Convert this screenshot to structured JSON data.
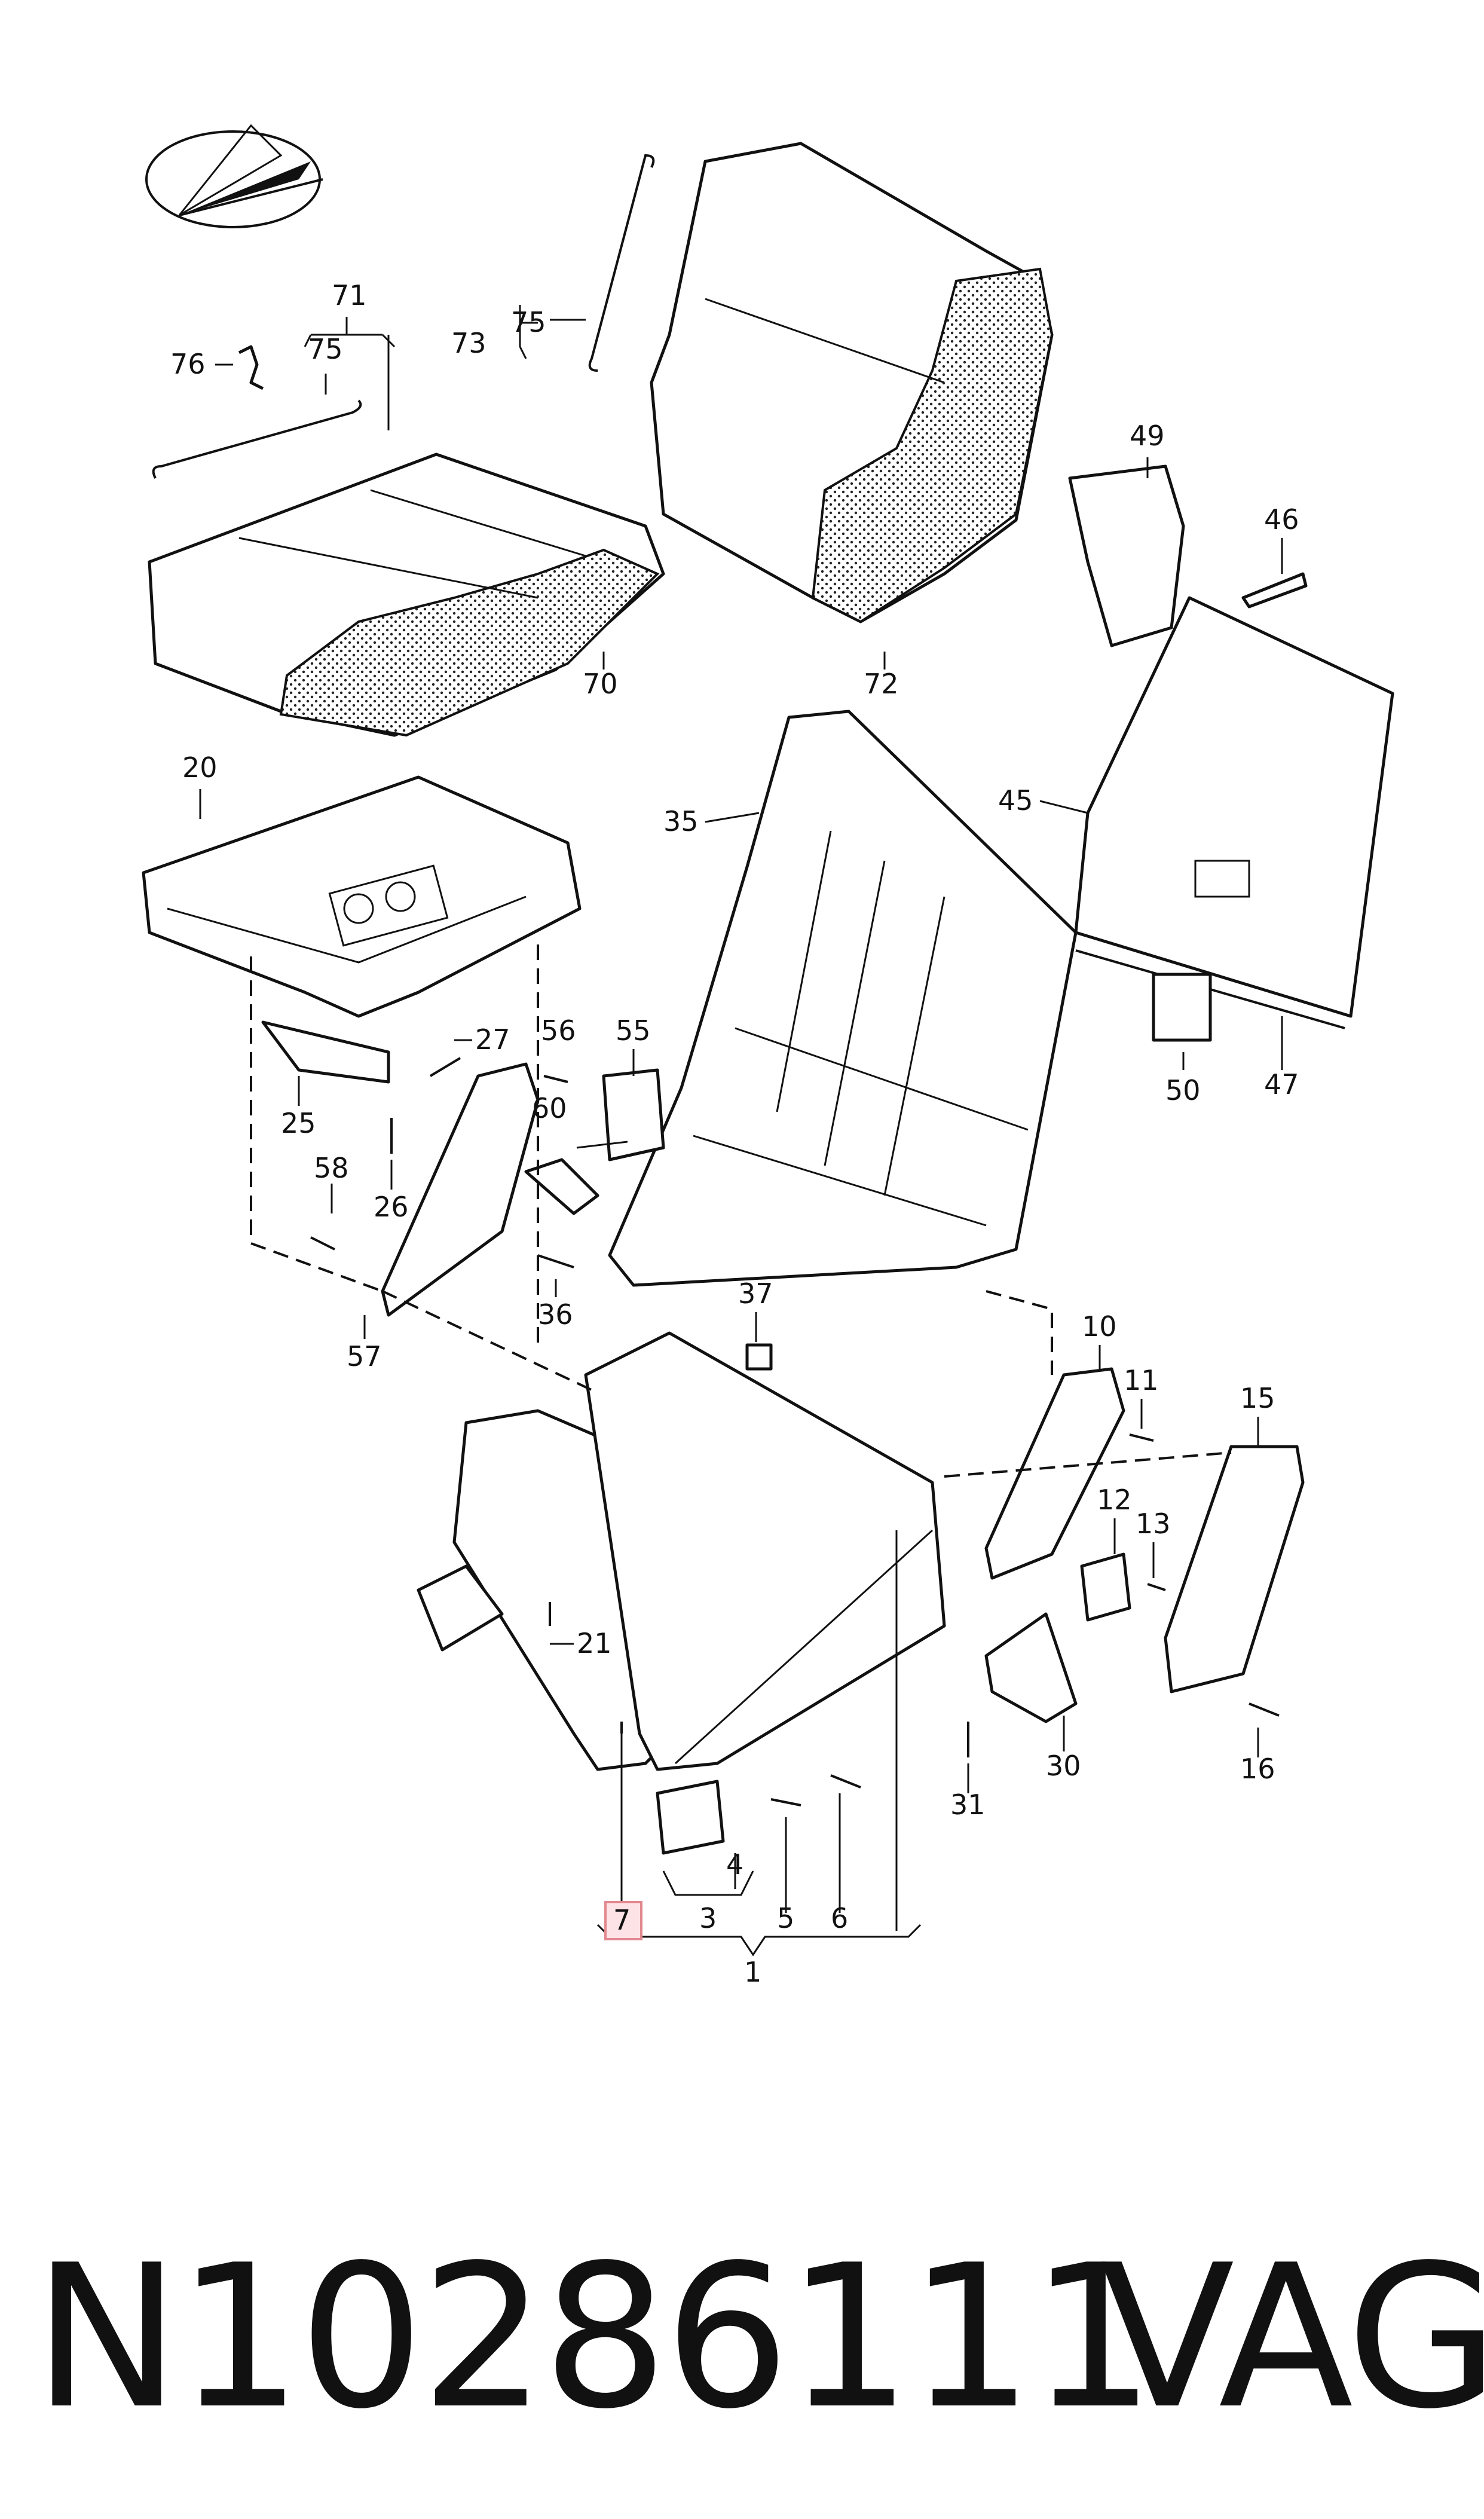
{
  "diagram": {
    "highlighted_callout": "7",
    "callouts": [
      {
        "id": "c71",
        "label": "71"
      },
      {
        "id": "c75a",
        "label": "75"
      },
      {
        "id": "c76",
        "label": "76"
      },
      {
        "id": "c73",
        "label": "73"
      },
      {
        "id": "c75b",
        "label": "75"
      },
      {
        "id": "c70",
        "label": "70"
      },
      {
        "id": "c72",
        "label": "72"
      },
      {
        "id": "c49",
        "label": "49"
      },
      {
        "id": "c46",
        "label": "46"
      },
      {
        "id": "c45",
        "label": "45"
      },
      {
        "id": "c47",
        "label": "47"
      },
      {
        "id": "c50",
        "label": "50"
      },
      {
        "id": "c20",
        "label": "20"
      },
      {
        "id": "c35",
        "label": "35"
      },
      {
        "id": "c27",
        "label": "27"
      },
      {
        "id": "c25",
        "label": "25"
      },
      {
        "id": "c26",
        "label": "26"
      },
      {
        "id": "c56",
        "label": "56"
      },
      {
        "id": "c55",
        "label": "55"
      },
      {
        "id": "c60",
        "label": "60"
      },
      {
        "id": "c58",
        "label": "58"
      },
      {
        "id": "c57",
        "label": "57"
      },
      {
        "id": "c36",
        "label": "36"
      },
      {
        "id": "c37",
        "label": "37"
      },
      {
        "id": "c10",
        "label": "10"
      },
      {
        "id": "c11",
        "label": "11"
      },
      {
        "id": "c15",
        "label": "15"
      },
      {
        "id": "c12",
        "label": "12"
      },
      {
        "id": "c13",
        "label": "13"
      },
      {
        "id": "c21",
        "label": "21"
      },
      {
        "id": "c30",
        "label": "30"
      },
      {
        "id": "c31",
        "label": "31"
      },
      {
        "id": "c16",
        "label": "16"
      },
      {
        "id": "c4",
        "label": "4"
      },
      {
        "id": "c3",
        "label": "3"
      },
      {
        "id": "c5",
        "label": "5"
      },
      {
        "id": "c6",
        "label": "6"
      },
      {
        "id": "c7",
        "label": "7"
      },
      {
        "id": "c1",
        "label": "1"
      }
    ]
  },
  "footer": {
    "part_number": "N10286111",
    "brand": "VAG"
  },
  "colors": {
    "ink": "#111111",
    "highlight_fill": "#fde3e6",
    "highlight_border": "#e2888f",
    "background": "#ffffff"
  }
}
